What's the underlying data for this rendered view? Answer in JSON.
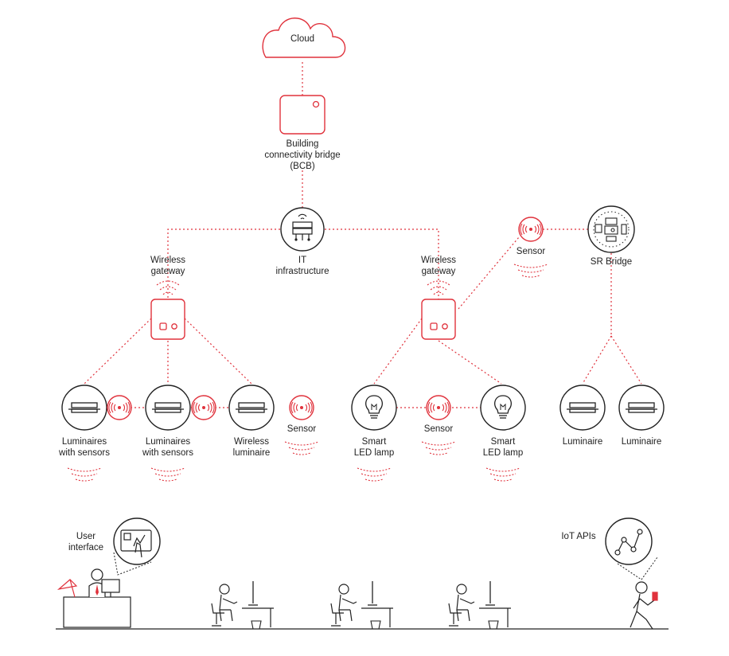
{
  "nodes": {
    "cloud": "Cloud",
    "bcb": "Building\nconnectivity bridge\n(BCB)",
    "it_infrastructure": "IT\ninfrastructure",
    "gateway_left": "Wireless\ngateway",
    "gateway_right": "Wireless\ngateway",
    "sensor_top": "Sensor",
    "sr_bridge": "SR Bridge",
    "lum_sensors_1": "Luminaires\nwith sensors",
    "lum_sensors_2": "Luminaires\nwith sensors",
    "wireless_luminaire": "Wireless\nluminaire",
    "sensor_left": "Sensor",
    "smart_lamp_1": "Smart\nLED lamp",
    "sensor_mid": "Sensor",
    "smart_lamp_2": "Smart\nLED lamp",
    "luminaire_1": "Luminaire",
    "luminaire_2": "Luminaire",
    "user_interface": "User\ninterface",
    "iot_apis": "IoT APIs"
  },
  "icons": {
    "bcb": "bridge-box-icon",
    "it": "server-icon",
    "gateway": "gateway-box-icon",
    "luminaire": "luminaire-icon",
    "lamp": "bulb-icon",
    "sensor": "wireless-sensor-icon",
    "sr_bridge": "devices-hub-icon",
    "ui": "tablet-touch-icon",
    "iot": "graph-nodes-icon"
  },
  "colors": {
    "accent": "#e0323c",
    "line": "#222222"
  }
}
